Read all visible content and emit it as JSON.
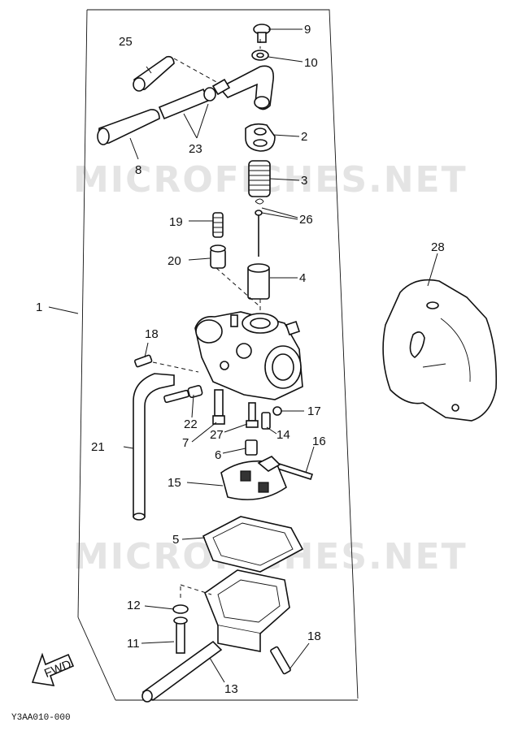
{
  "watermark": "MICROFICHES.NET",
  "diagram_code": "Y3AA010-000",
  "fwd_label": "FWD",
  "callouts": {
    "c1": "1",
    "c2": "2",
    "c3": "3",
    "c4": "4",
    "c5": "5",
    "c6": "6",
    "c7": "7",
    "c8": "8",
    "c9": "9",
    "c10": "10",
    "c11": "11",
    "c12": "12",
    "c13": "13",
    "c14": "14",
    "c15": "15",
    "c16": "16",
    "c17": "17",
    "c18a": "18",
    "c18b": "18",
    "c19": "19",
    "c20": "20",
    "c21": "21",
    "c22": "22",
    "c23": "23",
    "c25": "25",
    "c26": "26",
    "c27": "27",
    "c28": "28"
  }
}
